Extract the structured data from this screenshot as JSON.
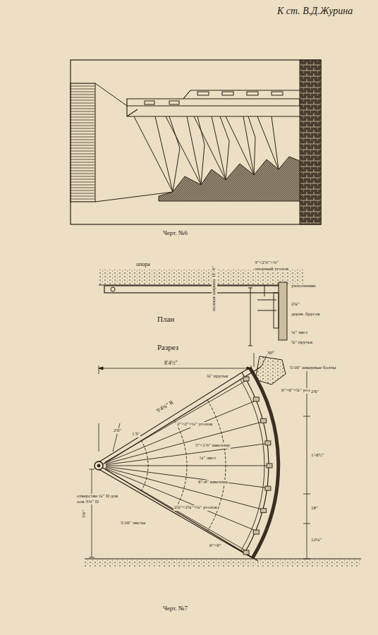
{
  "diagram": {
    "labels": [
      "К ст. В.Д.Журина",
      "Черт. №6",
      "опора",
      "3\"×2⅞\"×⅝\"",
      "опорный уголок",
      "уплотнение",
      "2¾\"",
      "дерев. брусок",
      "¼\" лист",
      "¾\" прутья",
      "полная ширина 11'-8\"",
      "План",
      "Разрез",
      "8'4½\"",
      "¾\" прутья",
      "30°",
      "5/16\" анкерные болты",
      "6\"×6\"×¾\" уголок",
      "9'4¾\" R",
      "2\"×2\"×¼\" уголок",
      "2'0\"",
      "1'3\"",
      "5\"×1⅞\" швеллер",
      "¼\" лист",
      "6\"-8\" швеллер",
      "2¾\"×2¾\"×¼\" уголок",
      "отверстие ¼\" D для оси 3⅝\" D",
      "5/16\" листы",
      "5'0\"",
      "6\"×6\"",
      "2'6\"",
      "1'-8½\"",
      "18\"",
      "12¼\"",
      "Черт. №7"
    ]
  }
}
